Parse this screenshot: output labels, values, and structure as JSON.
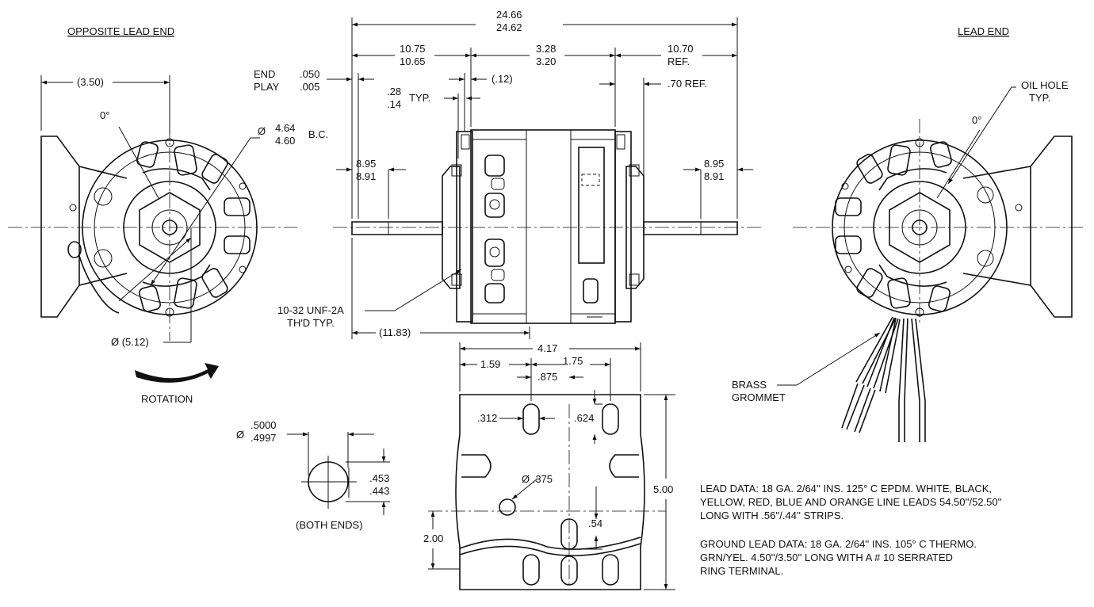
{
  "titles": {
    "opposite_lead_end": "OPPOSITE LEAD END",
    "lead_end": "LEAD END"
  },
  "front_view": {
    "overall_length": [
      "24.66",
      "24.62"
    ],
    "left_shaft_length": [
      "10.75",
      "10.65"
    ],
    "body_length": [
      "3.28",
      "3.20"
    ],
    "right_shaft_length": [
      "10.70",
      "REF."
    ],
    "end_play_label": [
      "END",
      "PLAY"
    ],
    "end_play_values": [
      ".050",
      ".005"
    ],
    "small_offset": "(.12)",
    "typ_values": [
      ".28",
      ".14"
    ],
    "typ_label": "TYP.",
    "ref_70": ".70  REF.",
    "flat_left": [
      "8.95",
      "8.91"
    ],
    "flat_right": [
      "8.95",
      "8.91"
    ],
    "thread_note": [
      "10-32 UNF-2A",
      "TH'D TYP."
    ],
    "mount_length": "(11.83)"
  },
  "opposite_lead_end_view": {
    "bolt_circle_dia": "(3.50)",
    "angle": "0°",
    "bc_symbol": "Ø",
    "bc_values": [
      "4.64",
      "4.60"
    ],
    "bc_label": "B.C.",
    "outer_dia": "Ø (5.12)",
    "rotation_label": "ROTATION"
  },
  "lead_end_view": {
    "oil_hole": [
      "OIL HOLE",
      "TYP."
    ],
    "angle": "0°",
    "brass_grommet": [
      "BRASS",
      "GROMMET"
    ]
  },
  "shaft_detail": {
    "dia_symbol": "Ø",
    "dia_values": [
      ".5000",
      ".4997"
    ],
    "flat_values": [
      ".453",
      ".443"
    ],
    "note": "(BOTH ENDS)"
  },
  "bracket_view": {
    "width": "4.17",
    "dim_159": "1.59",
    "dim_175": "1.75",
    "dim_875": ".875",
    "slot_312": ".312",
    "slot_624": ".624",
    "hole_375": "Ø .375",
    "dim_54": ".54",
    "height_500": "5.00",
    "height_200": "2.00"
  },
  "notes": {
    "lead_data": [
      "LEAD DATA:  18 GA. 2/64'' INS. 125° C EPDM.  WHITE, BLACK,",
      "YELLOW, RED, BLUE AND ORANGE LINE LEADS  54.50''/52.50''",
      "LONG WITH  .56''/.44'' STRIPS."
    ],
    "ground_lead_data": [
      "GROUND LEAD DATA:  18 GA. 2/64'' INS. 105° C THERMO.",
      "GRN/YEL.  4.50''/3.50'' LONG WITH A # 10 SERRATED",
      "RING TERMINAL."
    ]
  }
}
